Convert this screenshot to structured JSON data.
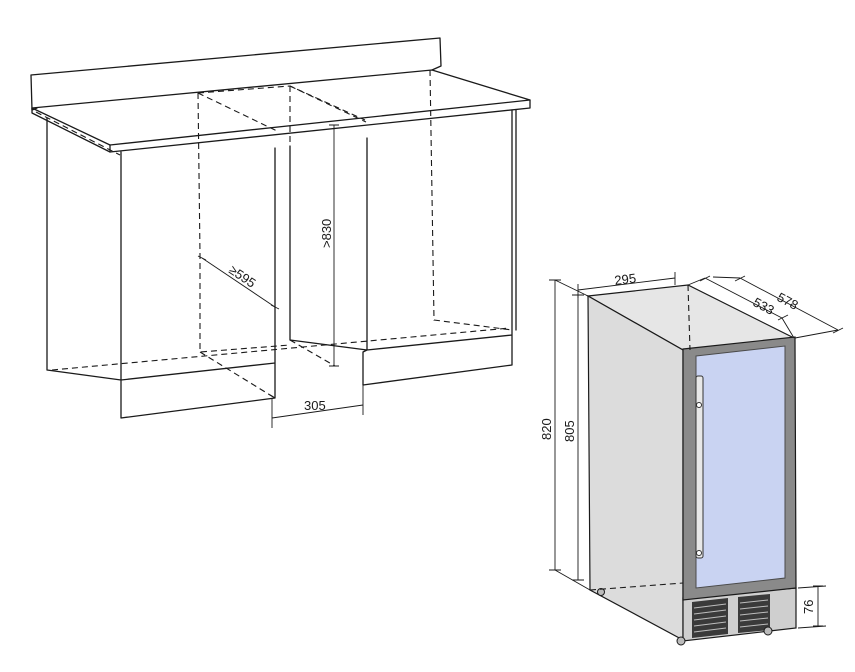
{
  "dimensions": {
    "cabinet_depth": "≥595",
    "cabinet_height": ">830",
    "cabinet_width": "305",
    "unit_width": "295",
    "unit_depth_overall": "578",
    "unit_depth_body": "533",
    "unit_height_overall": "820",
    "unit_height_body": "805",
    "plinth_height": "76"
  },
  "colors": {
    "line": "#1a1a1a",
    "unit_body": "#dcdcdc",
    "unit_top": "#e6e6e6",
    "door_frame": "#8a8a8a",
    "glass": "#c9d3f2"
  }
}
